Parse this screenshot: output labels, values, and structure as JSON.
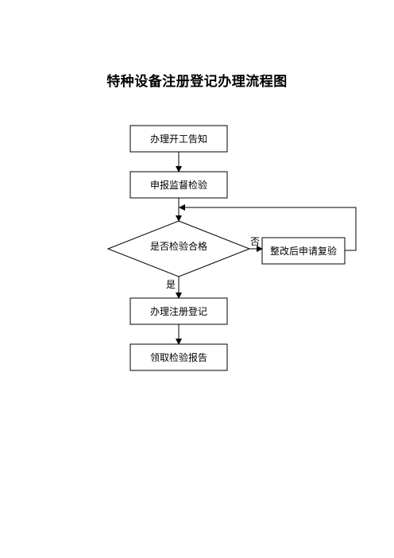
{
  "title": "特种设备注册登记办理流程图",
  "nodes": {
    "start": "办理开工告知",
    "apply": "申报监督检验",
    "decision": "是否检验合格",
    "rectify": "整改后申请复验",
    "register": "办理注册登记",
    "report": "领取检验报告"
  },
  "edges": {
    "yes": "是",
    "no": "否"
  },
  "colors": {
    "line": "#000000",
    "background": "#ffffff"
  }
}
